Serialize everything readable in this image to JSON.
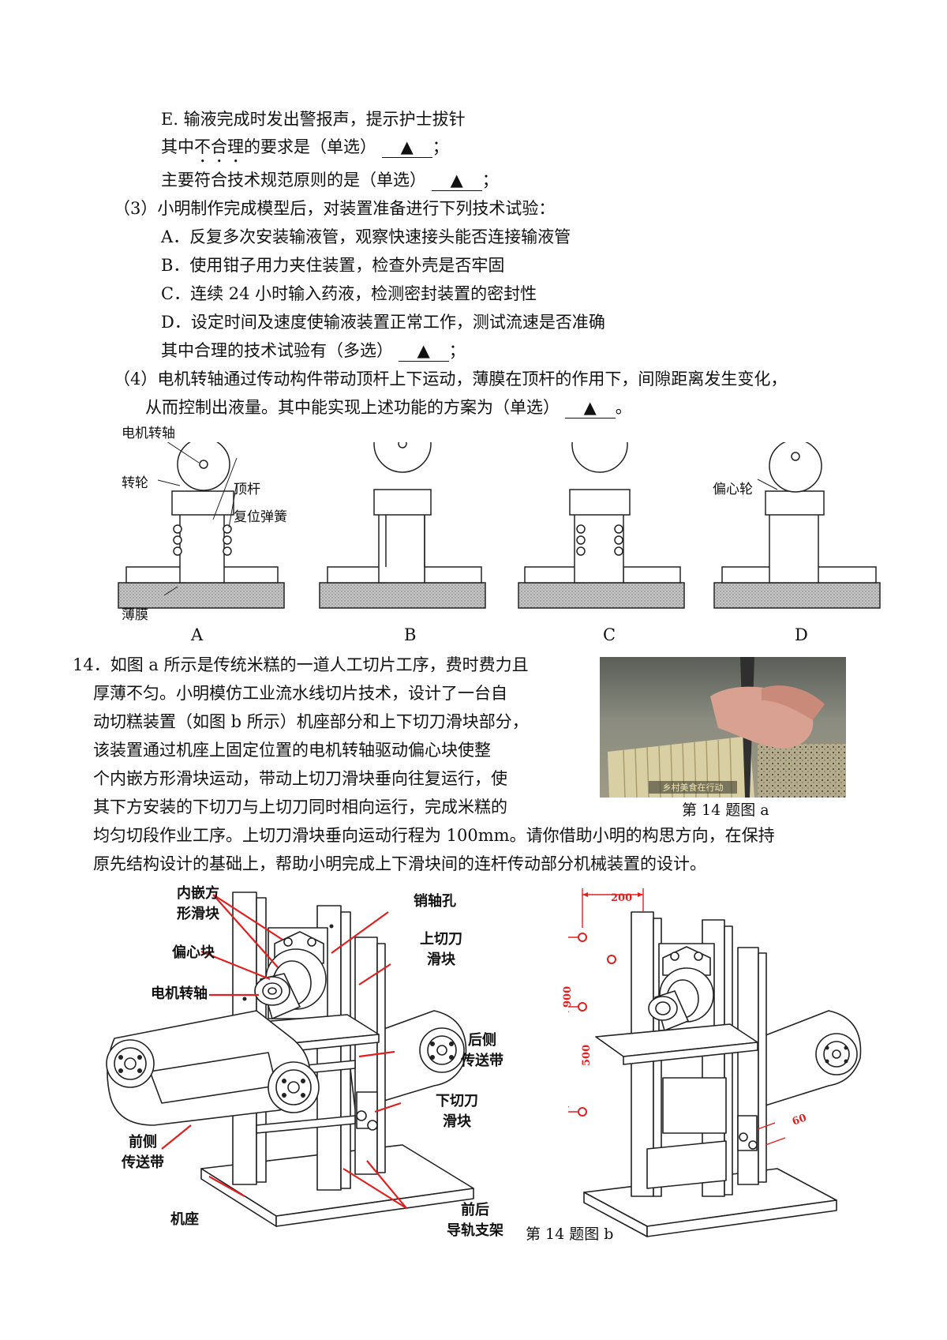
{
  "q13": {
    "item_e": "E. 输液完成时发出警报声，提示护士拔针",
    "unreasonable": {
      "pre": "其中",
      "emph": "不合理",
      "post": "的要求是（单选）",
      "answer": "▲",
      "end": "；"
    },
    "standard": {
      "pre": "主要符合技术规范原则的是（单选）",
      "answer": "▲",
      "end": "；"
    },
    "p3_intro": "（3）小明制作完成模型后，对装置准备进行下列技术试验：",
    "p3_items": [
      "A．反复多次安装输液管，观察快速接头能否连接输液管",
      "B．使用钳子用力夹住装置，检查外壳是否牢固",
      "C．连续 24 小时输入药液，检测密封装置的密封性",
      "D．设定时间及速度使输液装置正常工作，测试流速是否准确"
    ],
    "p3_question": {
      "pre": "其中合理的技术试验有（多选）",
      "answer": "▲",
      "end": "；"
    },
    "p4_line1": "（4）电机转轴通过传动构件带动顶杆上下运动，薄膜在顶杆的作用下，间隙距离发生变化，",
    "p4_line2": {
      "pre": "从而控制出液量。其中能实现上述功能的方案为（单选）",
      "answer": "▲",
      "end": "。"
    },
    "diagram_labels": {
      "motor_shaft": "电机转轴",
      "wheel": "转轮",
      "push_rod": "顶杆",
      "spring": "复位弹簧",
      "membrane": "薄膜",
      "eccentric": "偏心轮"
    },
    "options": [
      "A",
      "B",
      "C",
      "D"
    ]
  },
  "q14": {
    "lines": [
      "14．如图 a 所示是传统米糕的一道人工切片工序，费时费力且",
      "厚薄不匀。小明模仿工业流水线切片技术，设计了一台自",
      "动切糕装置（如图 b 所示）机座部分和上下切刀滑块部分，",
      "该装置通过机座上固定位置的电机转轴驱动偏心块使整",
      "个内嵌方形滑块运动，带动上切刀滑块垂向往复运行，使",
      "其下方安装的下切刀与上切刀同时相向运行，完成米糕的",
      "均匀切段作业工序。上切刀滑块垂向运动行程为 100mm。请你借助小明的构思方向，在保持",
      "原先结构设计的基础上，帮助小明完成上下滑块间的连杆传动部分机械装置的设计。"
    ],
    "photo_watermark": "乡村美食在行动",
    "fig_a_caption": "第 14 题图 a",
    "fig_b_caption": "第 14 题图 b",
    "machine_labels": {
      "inner_slider": "内嵌方\n形滑块",
      "eccentric_block": "偏心块",
      "motor_shaft": "电机转轴",
      "pin_hole": "销轴孔",
      "upper_slider": "上切刀\n滑块",
      "rear_belt": "后侧\n传送带",
      "lower_slider": "下切刀\n滑块",
      "front_belt": "前侧\n传送带",
      "base": "机座",
      "rails": "前后\n导轨支架"
    },
    "dimensions": [
      "200",
      "900",
      "500",
      "60"
    ]
  }
}
